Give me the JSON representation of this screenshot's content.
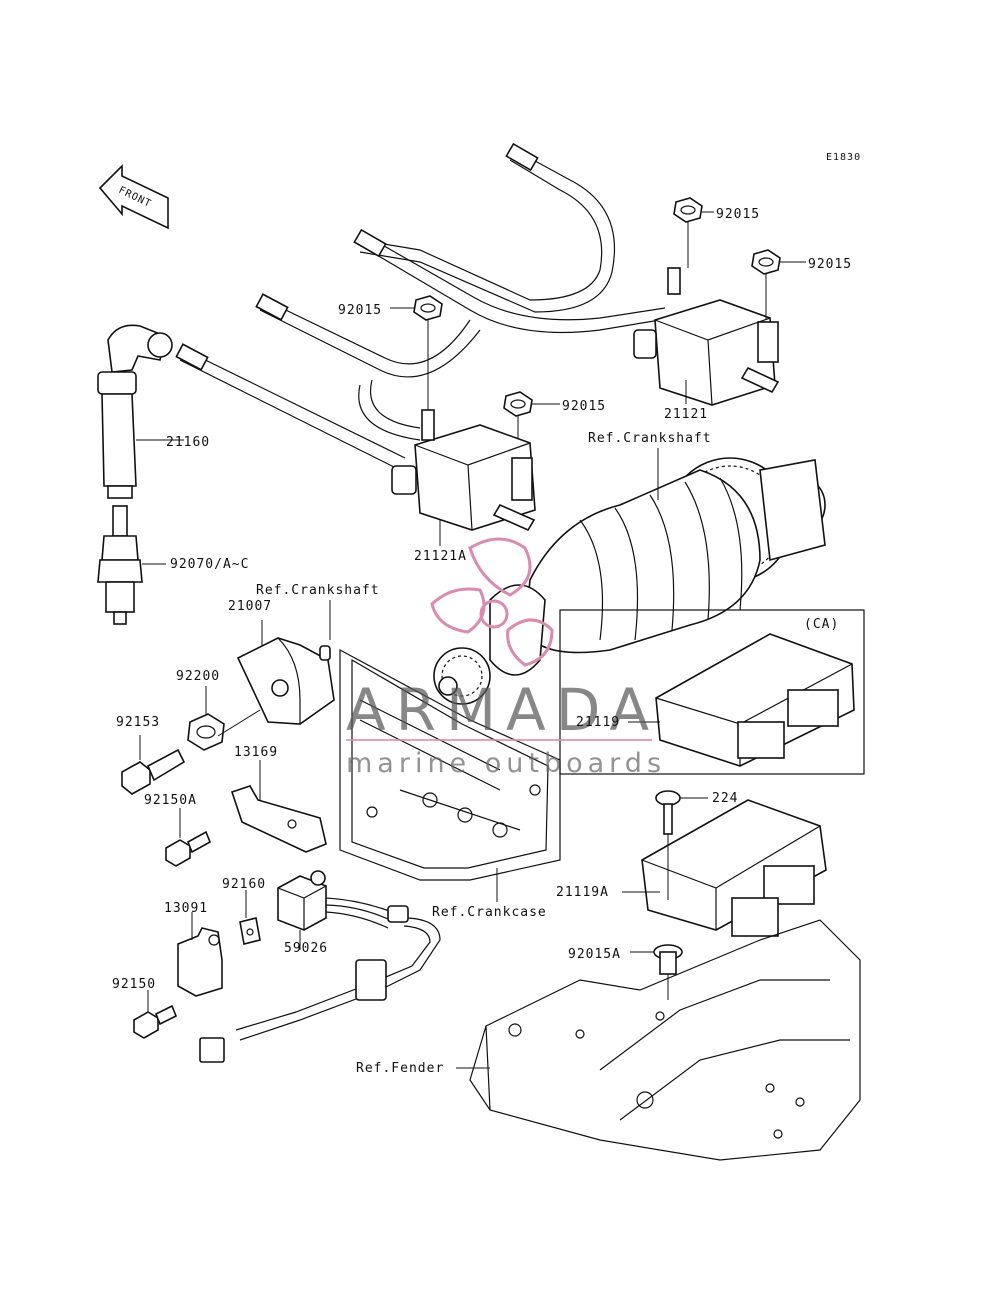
{
  "diagram_code": "E1830",
  "front_label": "FRONT",
  "ca_label": "(CA)",
  "parts": {
    "p92015_a": "92015",
    "p92015_b": "92015",
    "p92015_c": "92015",
    "p92015_d": "92015",
    "p21121": "21121",
    "p21121A": "21121A",
    "p21160": "21160",
    "p92070": "92070/A~C",
    "p21007": "21007",
    "p92200": "92200",
    "p92153": "92153",
    "p13169": "13169",
    "p92150A": "92150A",
    "p92160": "92160",
    "p13091": "13091",
    "p92150": "92150",
    "p59026": "59026",
    "p21119": "21119",
    "p224": "224",
    "p21119A": "21119A",
    "p92015A": "92015A"
  },
  "refs": {
    "crankshaft_top": "Ref.Crankshaft",
    "crankshaft_left": "Ref.Crankshaft",
    "crankcase": "Ref.Crankcase",
    "fender": "Ref.Fender"
  },
  "watermark": {
    "title": "ARMADA",
    "subtitle": "marine outboards",
    "logo_color": "#d98bb0"
  }
}
